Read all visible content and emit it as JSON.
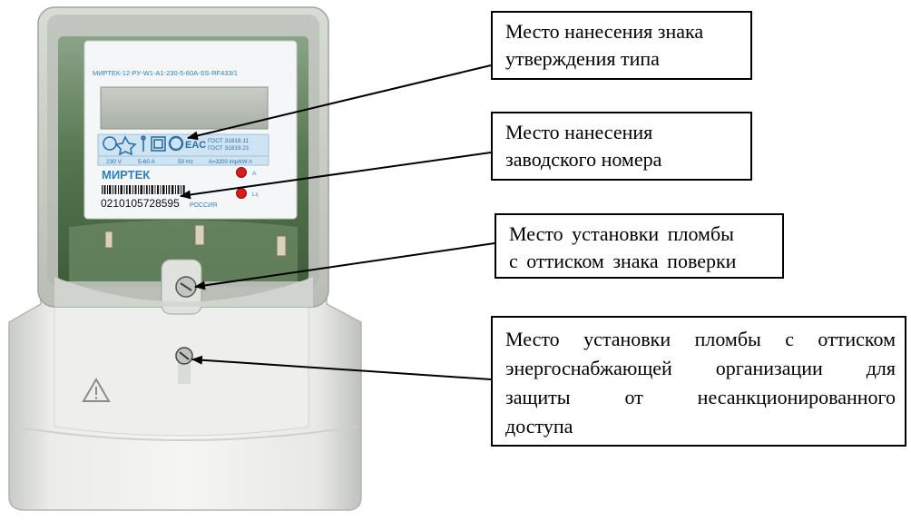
{
  "meter": {
    "model": "МИРТЕК-12-РУ-W1-A1-230-5-60А-SS-RF433/1",
    "brand": "МИРТЕК",
    "voltage": "230 V",
    "current": "5-60 A",
    "frequency": "50 Hz",
    "constant": "A=3200 imp/kW·h",
    "gost1": "ГОСТ 31818.11",
    "gost2": "ГОСТ 31819.21",
    "serial": "0210105728595",
    "country": "РОССИЯ",
    "led_a": "A",
    "led_lhs": "Lҳ"
  },
  "callouts": {
    "type_approval_line1": "Место нанесения знака",
    "type_approval_line2": "утверждения типа",
    "serial_line1": "Место нанесения",
    "serial_line2": "заводского номера",
    "verification_seal_line1": "Место установки пломбы",
    "verification_seal_line2": "с оттиском знака поверки",
    "energy_seal_line1": "Место установки пломбы с оттиском",
    "energy_seal_line2": "энергоснабжающей организации для",
    "energy_seal_line3": "защиты от несанкционированного",
    "energy_seal_line4": "доступа"
  },
  "colors": {
    "panel_blue": "#cfe4f2",
    "brand_blue": "#2b7fc1",
    "pcb_green": "#4f7a4a",
    "led_red": "#d81b1b"
  }
}
